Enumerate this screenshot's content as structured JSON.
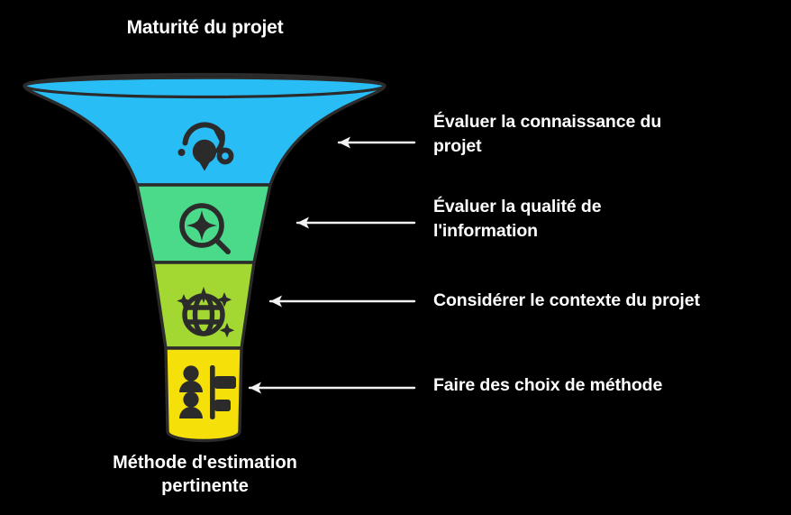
{
  "diagram": {
    "type": "funnel",
    "title": "Maturité du projet",
    "bottom_caption_line1": "Méthode d'estimation",
    "bottom_caption_line2": "pertinente",
    "background_color": "#000000",
    "text_color": "#ffffff",
    "outline_color": "#2b2b2b",
    "arrow_color": "#f2f2f2",
    "stages": [
      {
        "index": 1,
        "label_line1": "Évaluer la connaissance du",
        "label_line2": "projet",
        "label_full": "Évaluer la connaissance du projet",
        "color": "#29bdf5",
        "color_name": "cyan",
        "icon": "lightbulb-refresh-icon"
      },
      {
        "index": 2,
        "label_line1": "Évaluer la qualité de",
        "label_line2": "l'information",
        "label_full": "Évaluer la qualité de l'information",
        "color": "#4bd98a",
        "color_name": "green",
        "icon": "magnifier-sparkle-icon"
      },
      {
        "index": 3,
        "label_line1": "Considérer le contexte du projet",
        "label_line2": "",
        "label_full": "Considérer le contexte du projet",
        "color": "#a3d832",
        "color_name": "lime",
        "icon": "globe-sparkle-icon"
      },
      {
        "index": 4,
        "label_line1": "Faire des choix de méthode",
        "label_line2": "",
        "label_full": "Faire des choix de méthode",
        "color": "#f5e00a",
        "color_name": "yellow",
        "icon": "people-options-icon"
      }
    ]
  }
}
